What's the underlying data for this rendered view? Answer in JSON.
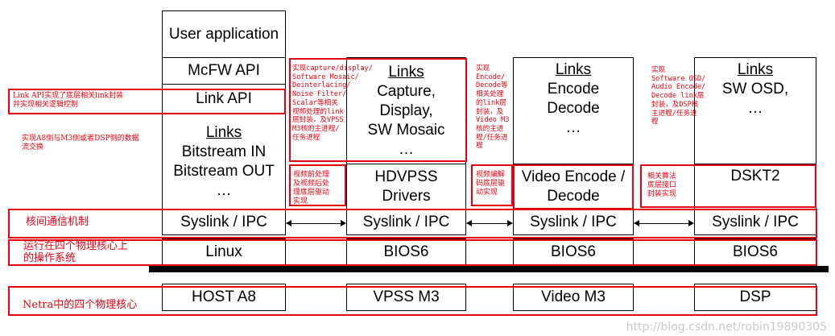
{
  "col1": {
    "user_app": "User application",
    "mcfw_api": "McFW API",
    "link_api": "Link API",
    "links_title": "Links",
    "links_lines": [
      "Bitstream IN",
      "Bitstream OUT",
      "…"
    ],
    "syslink": "Syslink / IPC",
    "os": "Linux",
    "core": "HOST A8"
  },
  "col2": {
    "links_title": "Links",
    "links_lines": [
      "Capture,",
      "Display,",
      "SW Mosaic",
      "…"
    ],
    "drivers": "HDVPSS Drivers",
    "syslink": "Syslink / IPC",
    "os": "BIOS6",
    "core": "VPSS M3"
  },
  "col3": {
    "links_title": "Links",
    "links_lines": [
      "Encode",
      "Decode",
      "…"
    ],
    "drivers": "Video Encode / Decode",
    "syslink": "Syslink / IPC",
    "os": "BIOS6",
    "core": "Video M3"
  },
  "col4": {
    "links_title": "Links",
    "links_lines": [
      "SW OSD,",
      "…"
    ],
    "drivers": "DSKT2",
    "syslink": "Syslink / IPC",
    "os": "BIOS6",
    "core": "DSP"
  },
  "notes": {
    "link_api": "Link API实现了底层相关link封装\n并实现相关逻辑控制",
    "a8_exchange": "实现A8侧与M3侧或者DSP侧的数据\n流交换",
    "ipc": "核间通信机制",
    "os": "运行在四个物理核心上\n的操作系统",
    "cores": "Netra中的四个物理核心",
    "vpss_links": "实现capture/display/\nSoftware Mosaic/\nDeinterlacing/\nNoise Filter/\nScalar等相关\n视频处理的link\n层封装，及VPSS\nM3核的主进程/\n任务进程",
    "vpss_drivers": "视频前处理\n及视频后处\n理底层驱动\n实现",
    "enc_links": "实现\nEncode/\nDecode等\n相关处理\n的link层\n封装，及\nVideo M3\n核的主进\n程/任务进\n程",
    "enc_drivers": "视频编解\n码底层驱\n动实现",
    "dsp_links": "实现\nSoftware OSD/\nAudio Encode/\nDecode link层\n封装，及DSP核\n主进程/任务进\n程",
    "dsp_drivers": "相关算法\n底层接口\n封装实现"
  },
  "watermark": "http://blog.csdn.net/robin19890305",
  "colors": {
    "annotation": "#e60012",
    "line": "#000000"
  }
}
